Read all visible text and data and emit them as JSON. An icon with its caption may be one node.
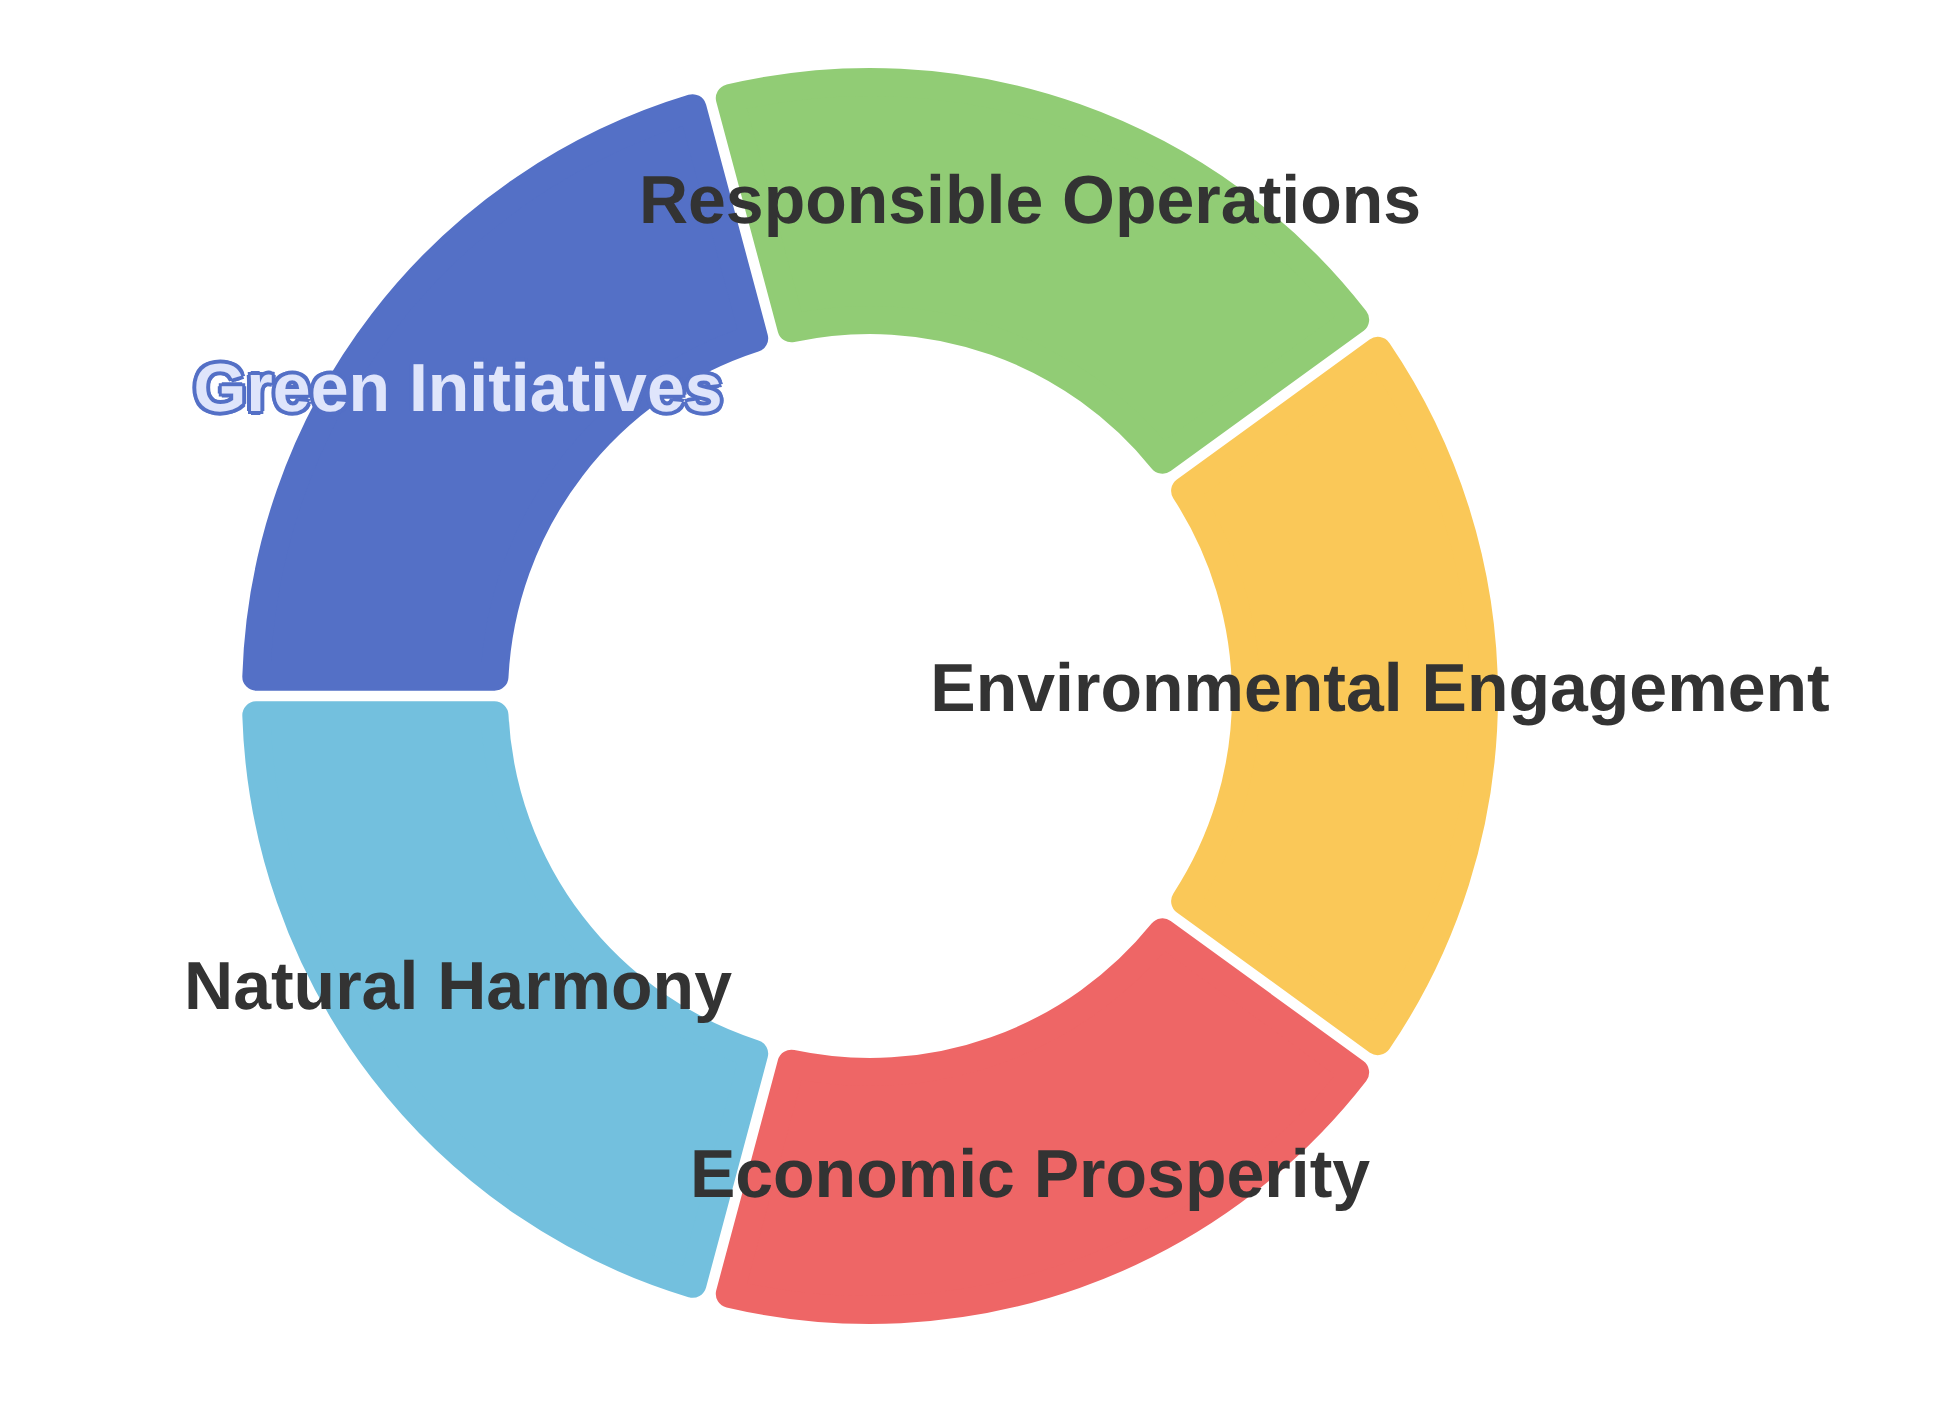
{
  "diagram": {
    "nodes": [
      {
        "text": [
          "Green Initiatives"
        ]
      },
      {
        "text": [
          "Responsible Operations"
        ]
      },
      {
        "text": [
          "Environmental Engagement"
        ]
      },
      {
        "text": [
          "Economic Prosperity"
        ]
      },
      {
        "text": [
          "Natural Harmony"
        ]
      }
    ],
    "edges": []
  }
}
